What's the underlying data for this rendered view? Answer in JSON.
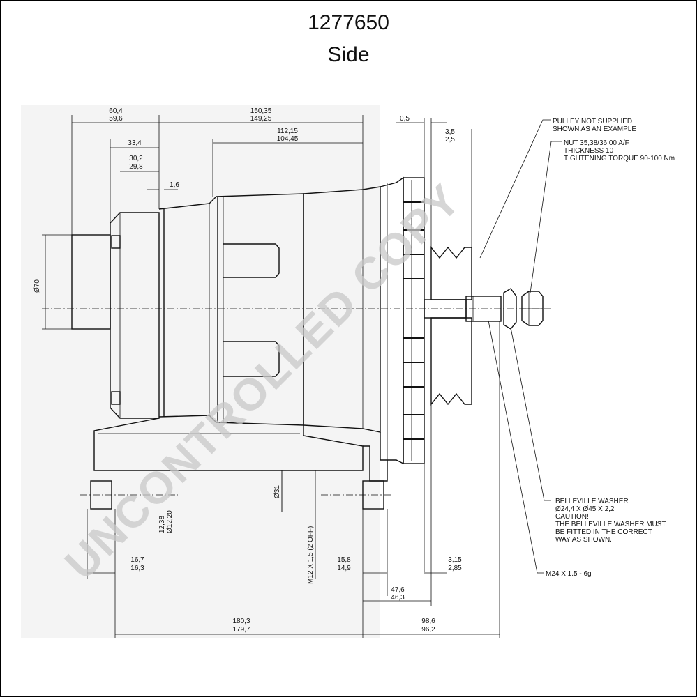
{
  "title": {
    "part_number": "1277650",
    "view": "Side"
  },
  "watermark": "UNCONTROLLED COPY",
  "notes": {
    "pulley": [
      "PULLEY NOT SUPPLIED",
      "SHOWN AS AN EXAMPLE"
    ],
    "nut": [
      "NUT 35,38/36,00 A/F",
      "THICKNESS 10",
      "TIGHTENING TORQUE 90-100 Nm"
    ],
    "washer": [
      "BELLEVILLE WASHER",
      "Ø24,4 X Ø45 X 2,2",
      "CAUTION!",
      "THE BELLEVILLE WASHER MUST",
      "BE FITTED IN THE CORRECT",
      "WAY AS SHOWN."
    ],
    "thread": "M24 X 1.5 - 6g"
  },
  "dimensions": {
    "d_60_4": [
      "60,4",
      "59,6"
    ],
    "d_150_35": [
      "150,35",
      "149,25"
    ],
    "d_0_5": "0,5",
    "d_3_5": [
      "3,5",
      "2,5"
    ],
    "d_112_15": [
      "112,15",
      "104,45"
    ],
    "d_33_4": "33,4",
    "d_30_2": [
      "30,2",
      "29,8"
    ],
    "d_1_6": "1,6",
    "d_70": "Ø70",
    "d_31": "Ø31",
    "d_hole": [
      "12,38",
      "Ø12,20"
    ],
    "d_m12": "M12 X 1,5 (2 OFF)",
    "d_16_7": [
      "16,7",
      "16,3"
    ],
    "d_15_8": [
      "15,8",
      "14,9"
    ],
    "d_3_15": [
      "3,15",
      "2,85"
    ],
    "d_47_6": [
      "47,6",
      "46,3"
    ],
    "d_180_3": [
      "180,3",
      "179,7"
    ],
    "d_98_6": [
      "98,6",
      "96,2"
    ]
  }
}
